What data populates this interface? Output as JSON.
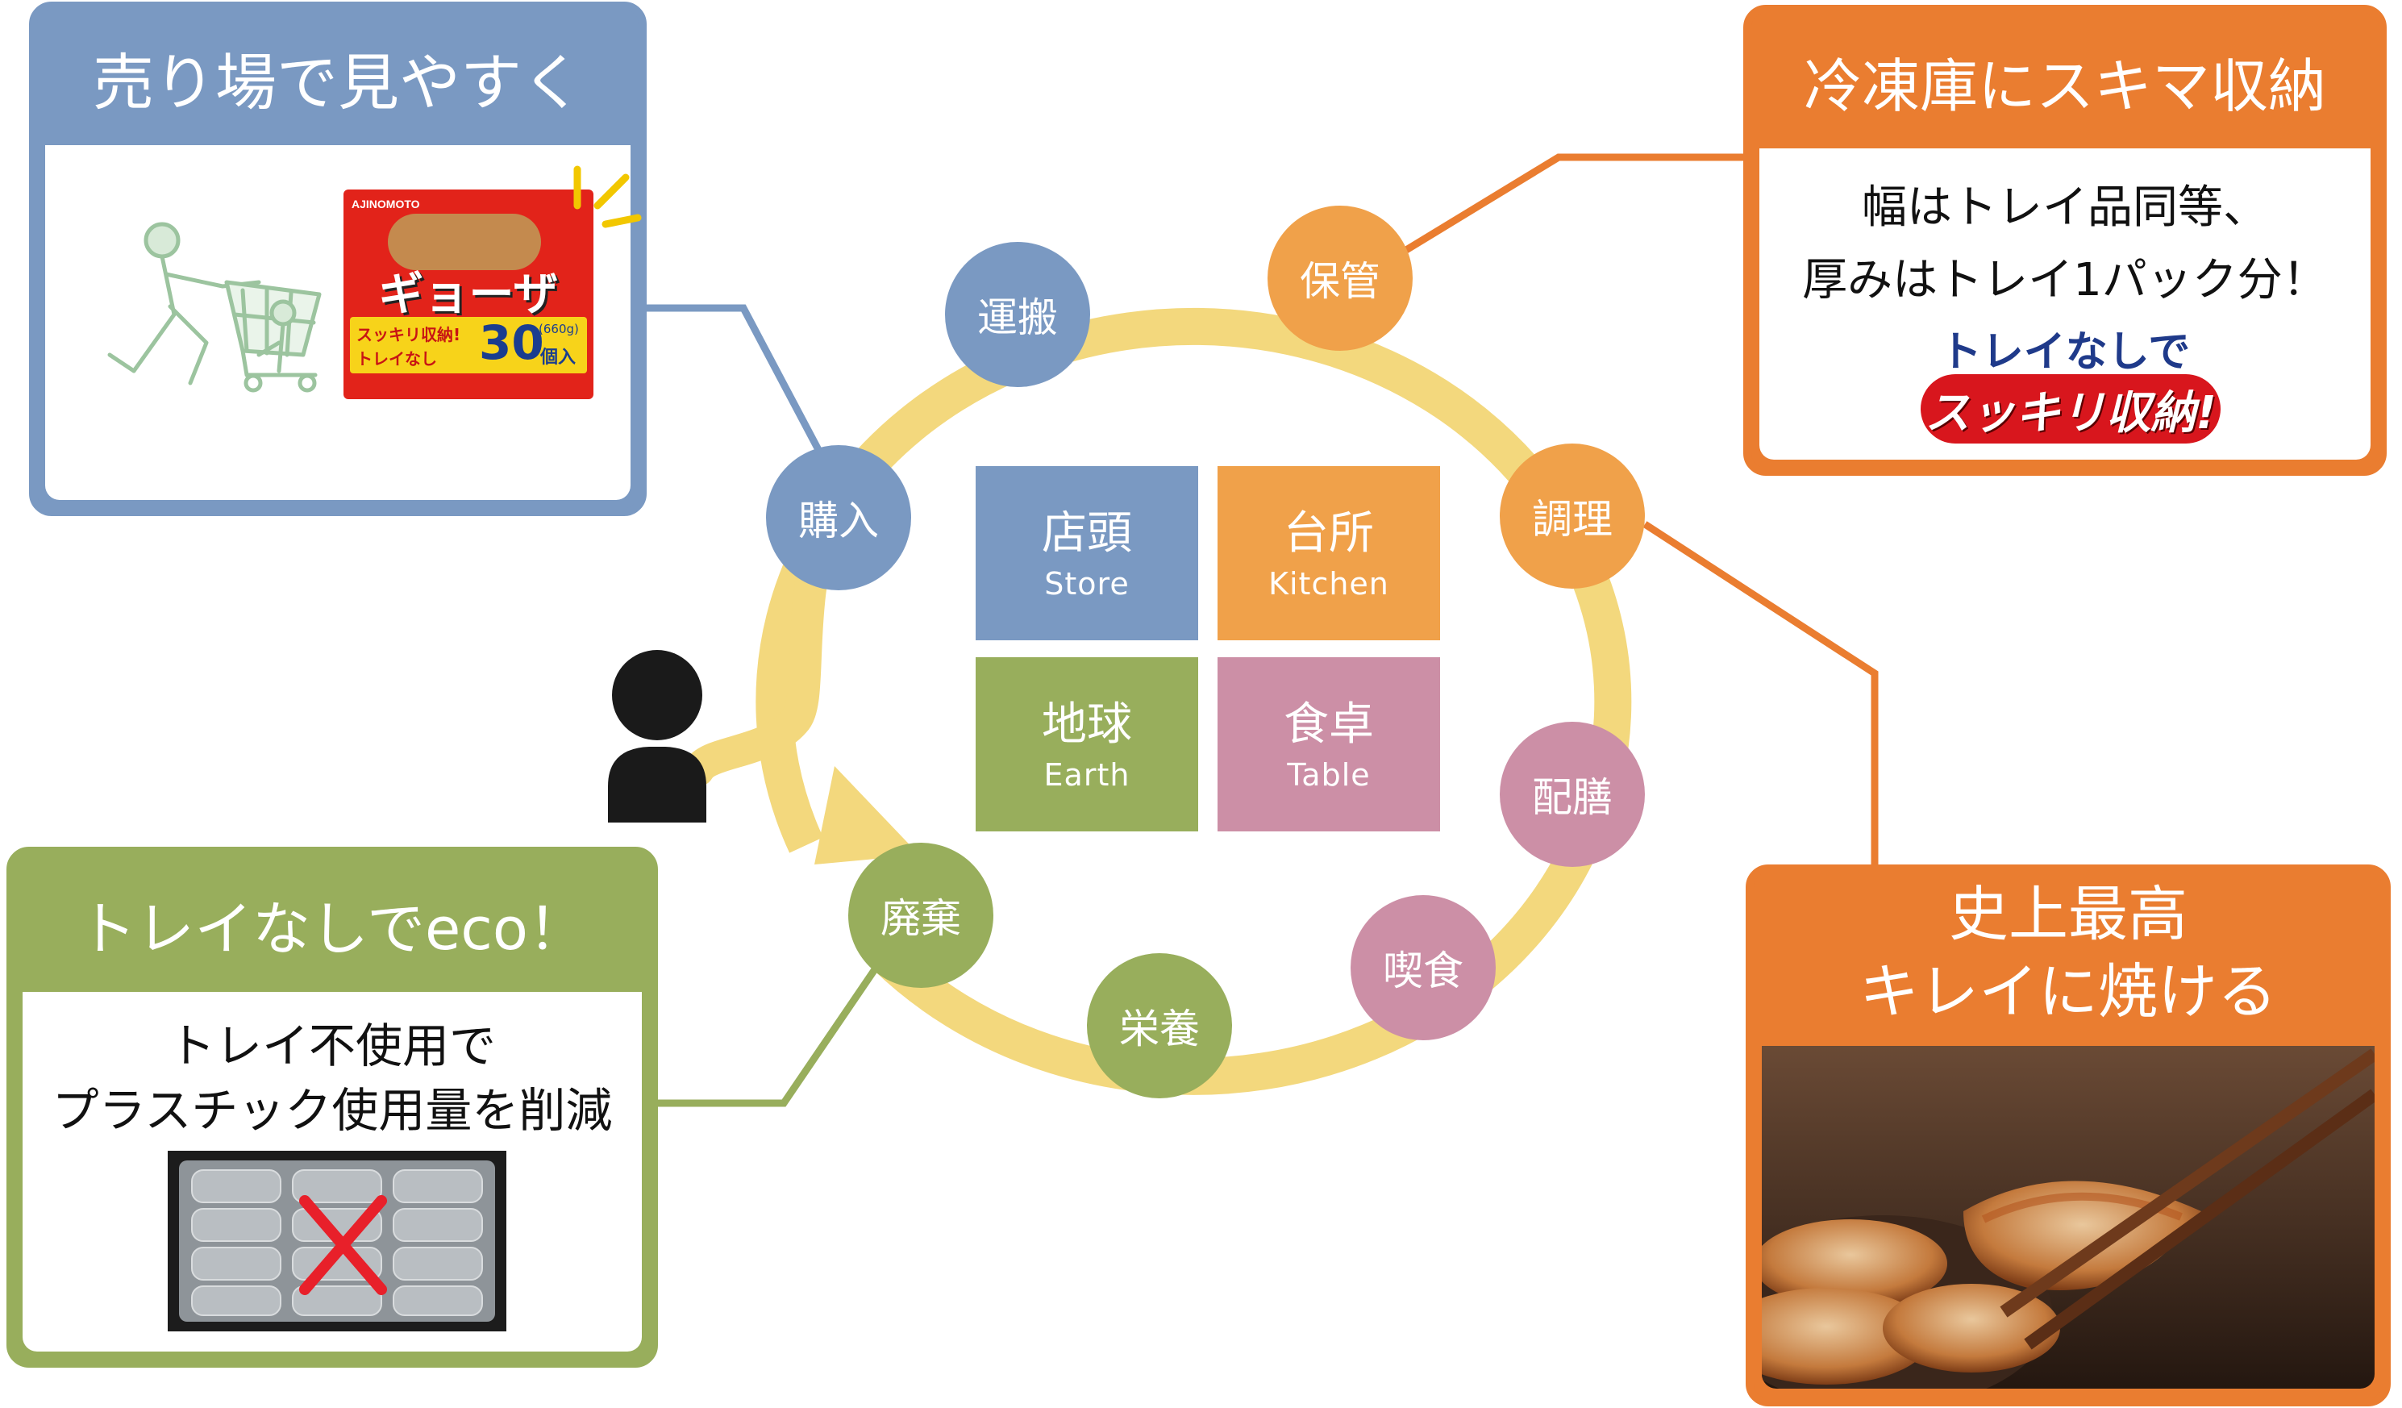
{
  "colors": {
    "blue": "#7a99c2",
    "orange": "#f0a14a",
    "orange_dark": "#ea7d30",
    "green": "#98ae5c",
    "pink": "#cc8fa6",
    "ring": "#f3d87d",
    "red_x": "#e8202a"
  },
  "quadrants": [
    {
      "jp": "店頭",
      "en": "Store",
      "color": "#7a99c2"
    },
    {
      "jp": "台所",
      "en": "Kitchen",
      "color": "#f0a14a"
    },
    {
      "jp": "地球",
      "en": "Earth",
      "color": "#98ae5c"
    },
    {
      "jp": "食卓",
      "en": "Table",
      "color": "#cc8fa6"
    }
  ],
  "cycle": [
    {
      "label": "購入",
      "color": "#7a99c2"
    },
    {
      "label": "運搬",
      "color": "#7a99c2"
    },
    {
      "label": "保管",
      "color": "#f0a14a"
    },
    {
      "label": "調理",
      "color": "#f0a14a"
    },
    {
      "label": "配膳",
      "color": "#cc8fa6"
    },
    {
      "label": "喫食",
      "color": "#cc8fa6"
    },
    {
      "label": "栄養",
      "color": "#98ae5c"
    },
    {
      "label": "廃棄",
      "color": "#98ae5c"
    }
  ],
  "panels": {
    "store": {
      "title": "売り場で見やすく",
      "icons": [
        "shopper-with-cart-icon",
        "gyoza-package-icon"
      ],
      "package": {
        "brand": "AJINOMOTO",
        "name": "ギョーザ",
        "tag": "スッキリ収納!",
        "tag2": "トレイなし",
        "count": "30",
        "count_unit": "個入",
        "weight": "(660g)"
      }
    },
    "freezer": {
      "title": "冷凍庫にスキマ収納",
      "line1": "幅はトレイ品同等、",
      "line2": "厚みはトレイ1パック分！",
      "logo_line1": "トレイなしで",
      "logo_line2": "スッキリ収納!"
    },
    "cook": {
      "title_line1": "史上最高",
      "title_line2": "キレイに焼ける",
      "photo": "gyoza-photo-icon"
    },
    "eco": {
      "title": "トレイなしでeco！",
      "line1": "トレイ不使用で",
      "line2": "プラスチック使用量を削減",
      "photo": "plastic-tray-crossed-icon"
    }
  },
  "consumer": {
    "icon": "person-icon"
  }
}
